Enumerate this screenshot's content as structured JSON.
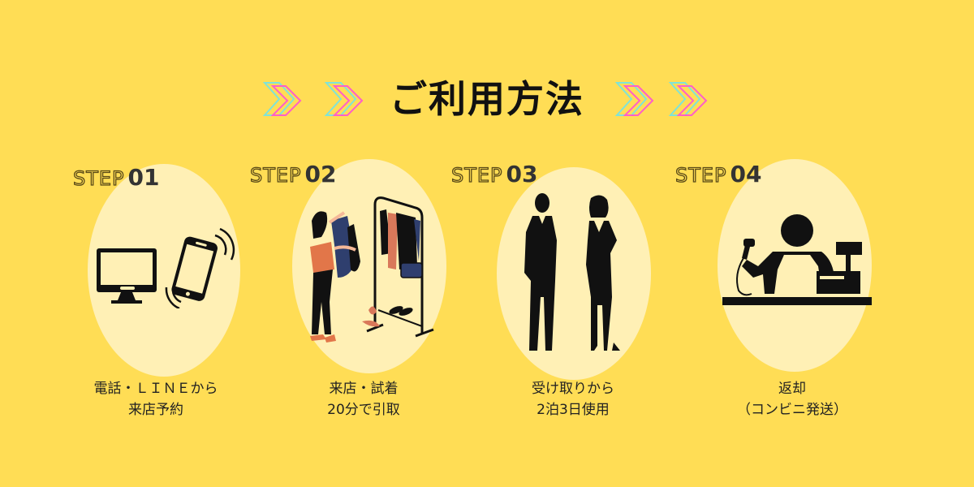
{
  "page": {
    "title": "ご利用方法",
    "background_color": "#FFDD55",
    "oval_color": "#FFF0B5",
    "chevron_colors": {
      "cyan": "#7FE3D8",
      "pink": "#FF5FC8"
    }
  },
  "steps": [
    {
      "word": "STEP",
      "number": "01",
      "illustration": "computer-and-phone-icon",
      "caption_line1": "電話・ＬＩＮＥから",
      "caption_line2": "来店予約"
    },
    {
      "word": "STEP",
      "number": "02",
      "illustration": "woman-trying-clothes-illustration",
      "caption_line1": "来店・試着",
      "caption_line2": "20分で引取"
    },
    {
      "word": "STEP",
      "number": "03",
      "illustration": "business-couple-silhouette",
      "caption_line1": "受け取りから",
      "caption_line2": "2泊3日使用"
    },
    {
      "word": "STEP",
      "number": "04",
      "illustration": "convenience-store-cashier-icon",
      "caption_line1": "返却",
      "caption_line2": "（コンビニ発送）"
    }
  ]
}
